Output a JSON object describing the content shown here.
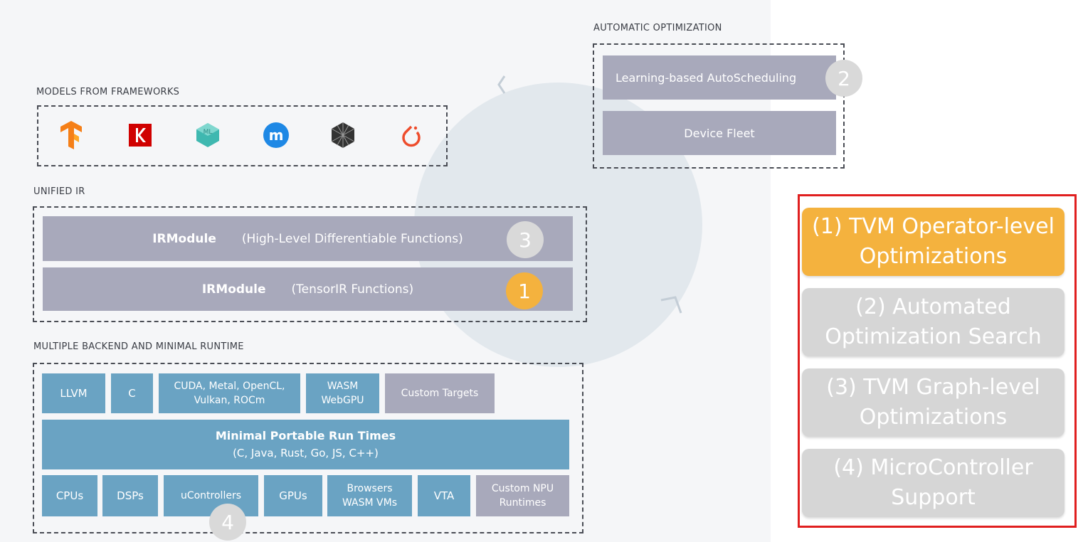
{
  "diagram": {
    "models": {
      "heading": "MODELS FROM FRAMEWORKS"
    },
    "unified_ir": {
      "heading": "UNIFIED IR",
      "rows": [
        {
          "bold": "IRModule",
          "text": "(High-Level Differentiable Functions)",
          "badge": "3"
        },
        {
          "bold": "IRModule",
          "text": "(TensorIR Functions)",
          "badge": "1"
        }
      ]
    },
    "auto_opt": {
      "heading": "AUTOMATIC OPTIMIZATION",
      "learning": "Learning-based AutoScheduling",
      "learning_badge": "2",
      "fleet": "Device Fleet"
    },
    "backend": {
      "heading": "MULTIPLE BACKEND AND MINIMAL RUNTIME",
      "targets": [
        "LLVM",
        "C",
        "CUDA, Metal, OpenCL,\nVulkan, ROCm",
        "WASM\nWebGPU",
        "Custom Targets"
      ],
      "runtime_title": "Minimal Portable Run Times",
      "runtime_sub": "(C, Java, Rust, Go, JS, C++)",
      "devices": [
        "CPUs",
        "DSPs",
        "uControllers",
        "GPUs",
        "Browsers\nWASM VMs",
        "VTA",
        "Custom NPU\nRuntimes"
      ],
      "device_badge": "4"
    }
  },
  "sidebar": {
    "items": [
      "(1) TVM Operator-level Optimizations",
      "(2) Automated Optimization Search",
      "(3) TVM Graph-level Optimizations",
      "(4) MicroController Support"
    ]
  },
  "colors": {
    "bar": "#a8a9bb",
    "backend_cell": "#6aa3c3",
    "highlight": "#f4b23e",
    "sidebar_border": "#e01f1f",
    "sidebar_item": "#d6d6d6"
  },
  "icons": [
    "tensorflow-icon",
    "keras-icon",
    "mxnet-icon",
    "onnx-like-icon",
    "darknet-icon",
    "pytorch-icon"
  ]
}
